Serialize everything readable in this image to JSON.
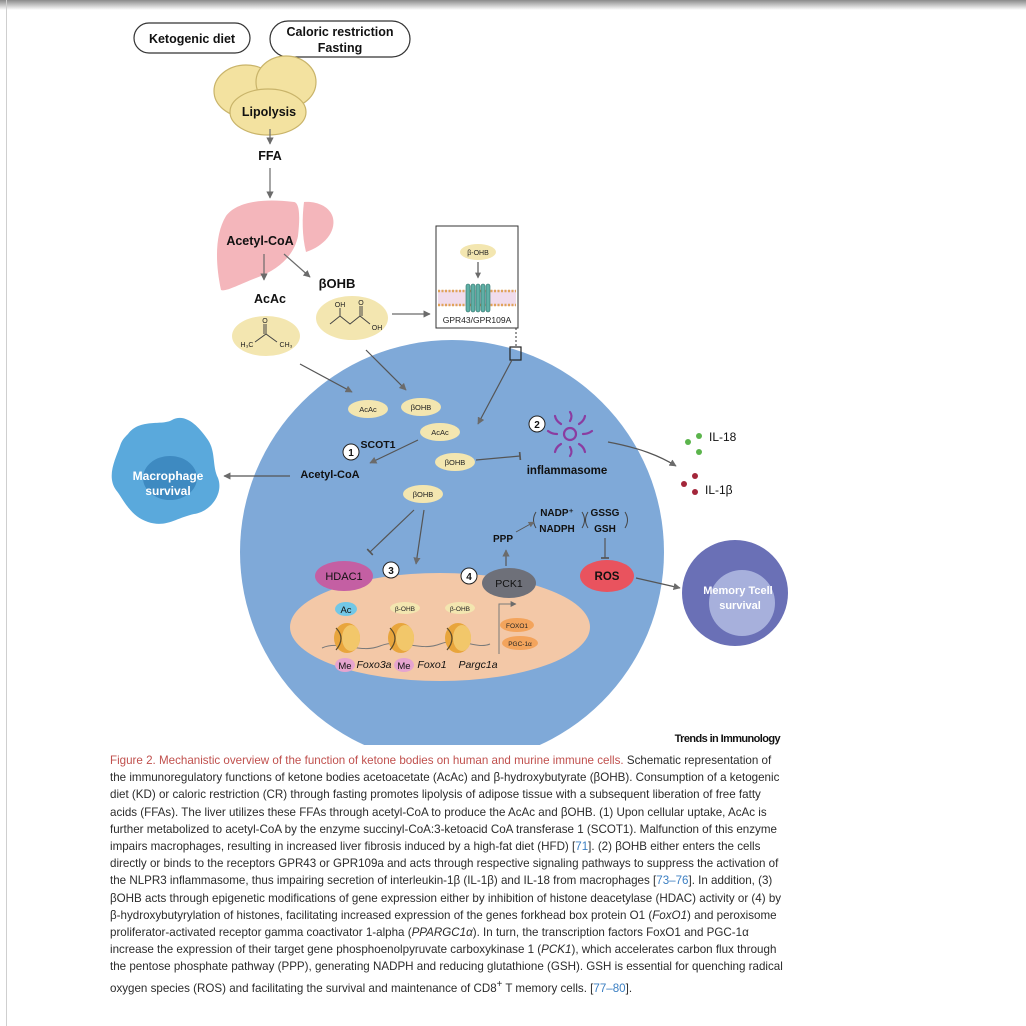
{
  "figure": {
    "inputs": {
      "keto": "Ketogenic diet",
      "cr_line1": "Caloric restriction",
      "cr_line2": "Fasting"
    },
    "lipolysis": "Lipolysis",
    "ffa": "FFA",
    "acetyl_coa_liver": "Acetyl-CoA",
    "acac_label": "AcAc",
    "bohb_label": "βOHB",
    "acac_struct": {
      "h3c": "H₃C",
      "o": "O",
      "ch3": "CH₃"
    },
    "bohb_struct": {
      "oh": "OH",
      "o": "O",
      "oh2": "OH"
    },
    "receptor": {
      "ligand": "β-OHB",
      "name": "GPR43/GPR109A"
    },
    "cell": {
      "acac_pill_1": "AcAc",
      "bohb_pill_1": "βOHB",
      "acac_pill_2": "AcAc",
      "bohb_pill_2": "βOHB",
      "bohb_pill_3": "βOHB",
      "scot1": "SCOT1",
      "acetyl_coa": "Acetyl-CoA",
      "step1": "1",
      "step2": "2",
      "step3": "3",
      "step4": "4",
      "inflammasome": "inflammasome",
      "nadp": "NADP⁺",
      "nadph": "NADPH",
      "gssg": "GSSG",
      "gsh": "GSH",
      "ppp": "PPP",
      "hdac1": "HDAC1",
      "pck1": "PCK1",
      "ros": "ROS"
    },
    "nucleus": {
      "ac": "Ac",
      "bohb_a": "β-OHB",
      "bohb_b": "β-OHB",
      "me_a": "Me",
      "me_b": "Me",
      "foxo3a": "Foxo3a",
      "foxo1": "Foxo1",
      "pargc1a": "Pargc1a",
      "foxo1_tf": "FOXO1",
      "pgc1a_tf": "PGC-1α"
    },
    "macrophage": {
      "line1": "Macrophage",
      "line2": "survival"
    },
    "memory": {
      "line1": "Memory Tcell",
      "line2": "survival"
    },
    "il18": "IL-18",
    "il1b": "IL-1β"
  },
  "brand": "Trends in Immunology",
  "caption": {
    "title": "Figure 2. Mechanistic overview of the function of ketone bodies on human and murine immune cells.",
    "p1": " Schematic representation of the immunoregulatory functions of ketone bodies acetoacetate (AcAc) and β-hydroxybutyrate (βOHB). Consumption of a ketogenic diet (KD) or caloric restriction (CR) through fasting promotes lipolysis of adipose tissue with a subsequent liberation of free fatty acids (FFAs). The liver utilizes these FFAs through acetyl-CoA to produce the AcAc and βOHB. (1) Upon cellular uptake, AcAc is further metabolized to acetyl-CoA by the enzyme succinyl-CoA:3-ketoacid CoA transferase 1 (SCOT1). Malfunction of this enzyme impairs macrophages, resulting in increased liver fibrosis induced by a high-fat diet (HFD) [",
    "ref1": "71",
    "p2": "]. (2) βOHB either enters the cells directly or binds to the receptors GPR43 or GPR109a and acts through respective signaling pathways to suppress the activation of the NLPR3 inflammasome, thus impairing secretion of interleukin-1β (IL-1β) and IL-18 from macrophages [",
    "ref2": "73–76",
    "p3": "]. In addition, (3) βOHB acts through epigenetic modifications of gene expression either by inhibition of histone deacetylase (HDAC) activity or (4) by β-hydroxybutyrylation of histones, facilitating increased expression of the genes forkhead box protein O1 (",
    "g1": "FoxO1",
    "p4": ") and peroxisome proliferator-activated receptor gamma coactivator 1-alpha (",
    "g2": "PPARGC1α",
    "p5": "). In turn, the transcription factors FoxO1 and PGC-1α increase the expression of their target gene phosphoenolpyruvate carboxykinase 1 (",
    "g3": "PCK1",
    "p6": "), which accelerates carbon flux through the pentose phosphate pathway (PPP), generating NADPH and reducing glutathione (GSH). GSH is essential for quenching radical oxygen species (ROS) and facilitating the survival and maintenance of CD8",
    "sup": "+",
    "p7": " T memory cells. [",
    "ref3": "77–80",
    "p8": "]."
  }
}
